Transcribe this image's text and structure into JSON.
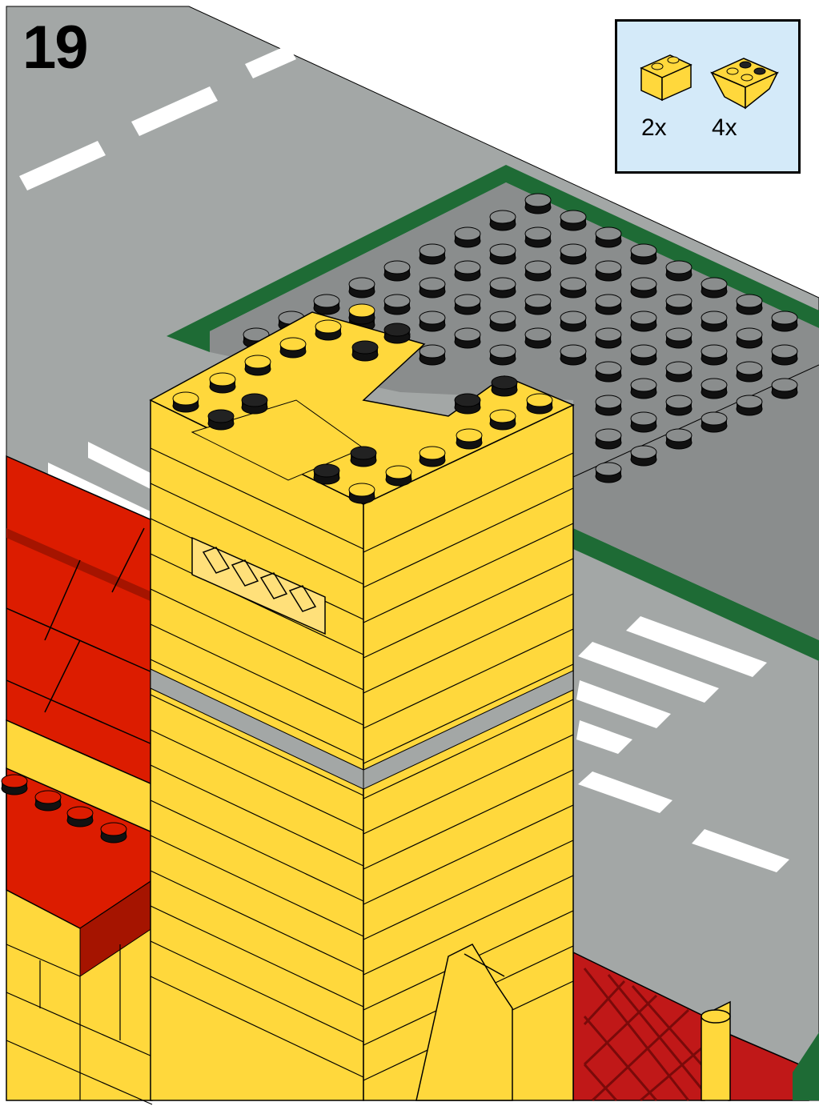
{
  "step": {
    "number": "19"
  },
  "parts_list": [
    {
      "quantity": "2x",
      "part": "yellow-1x2-brick",
      "color": "#ffd83c"
    },
    {
      "quantity": "4x",
      "part": "yellow-2x2-inverted-slope",
      "color": "#ffd83c"
    }
  ],
  "colors": {
    "road": "#a3a7a6",
    "baseplate": "#8a8d8d",
    "green_border": "#1e6b35",
    "brick_yellow": "#ffd83c",
    "roof_red": "#dc1c00",
    "fence_red": "#c01818",
    "parts_box_bg": "#d4eaf9",
    "road_marking": "#ffffff",
    "outline": "#000000"
  }
}
